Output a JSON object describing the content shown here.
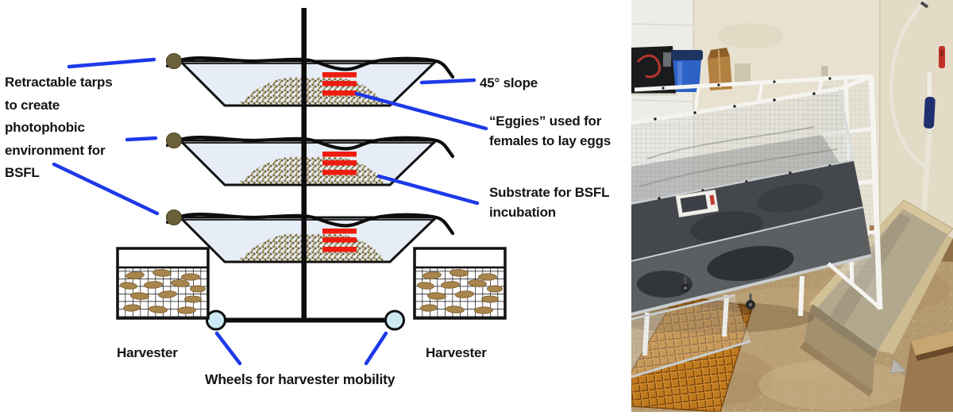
{
  "diagram": {
    "labels": {
      "retractable_tarps": "Retractable tarps\nto create\nphotophobic\nenvironment for\nBSFL",
      "slope": "45° slope",
      "eggies": "“Eggies” used for\nfemales to lay eggs",
      "substrate": "Substrate for BSFL\nincubation",
      "harvester_left": "Harvester",
      "harvester_right": "Harvester",
      "wheels": "Wheels for harvester mobility"
    },
    "structure": {
      "tray_count": 3,
      "eggie_bars_per_tray": 3,
      "harvester_count": 2,
      "wheel_count": 2
    },
    "colors": {
      "callout_blue": "#1d39e8",
      "tray_fill": "#e7edf6",
      "substrate_olive": "#8b7c49",
      "eggies_red": "#ee1c0e",
      "wheel_fill": "#cde9f2",
      "knob_brown": "#6b603a",
      "larva_brown": "#a9854e",
      "outline_black": "#111111"
    }
  },
  "photo": {
    "alt": "Photograph of the three-tier BSFL rearing rack: white frame with sloped mesh screens and dark fabric liners, beige room walls, concrete floor, orange drain grate and wooden trough",
    "colors": {
      "wall_beige": "#e8e1cf",
      "floor_tan": "#b5996f",
      "drain_orange": "#b06f17",
      "frame_white": "#f4f3ef",
      "mesh_gray": "#d4d8d6",
      "fabric_dark": "#44474b",
      "bucket_blue": "#2d62c6",
      "trough_wood": "#b2a88e"
    }
  }
}
